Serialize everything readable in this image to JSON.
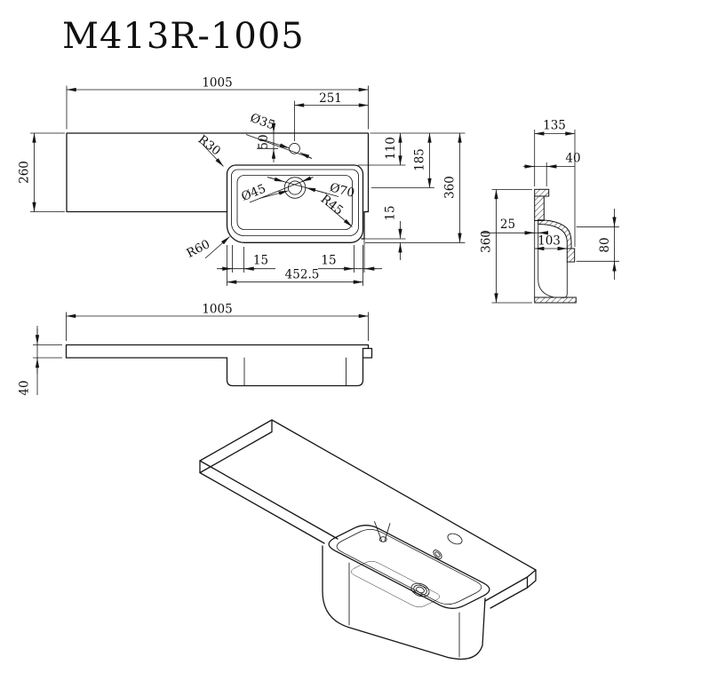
{
  "title": "M413R-1005",
  "dims": {
    "plan": {
      "overall_width": "1005",
      "hole_to_right_edge": "251",
      "faucet_hole_dia": "Ø35",
      "hole_inset_from_top": "50",
      "radius_top_left": "R30",
      "left_section_depth": "260",
      "drain_dia_inner": "Ø45",
      "drain_dia_outer": "Ø70",
      "radius_bottom_right": "R45",
      "radius_bottom_left": "R60",
      "rim_to_top_edge": "110",
      "drain_to_top_edge": "185",
      "total_depth": "360",
      "ledge_to_bottom": "15",
      "rim_thickness_left": "15",
      "rim_thickness_right": "15",
      "basin_outer_width": "452.5"
    },
    "front": {
      "overall_width": "1005",
      "slab_thickness": "40"
    },
    "section": {
      "overall_height": "135",
      "slab_thickness": "40",
      "overall_depth": "360",
      "rim_lip": "25",
      "bowl_inner_depth": "103",
      "mount_step": "80"
    }
  }
}
